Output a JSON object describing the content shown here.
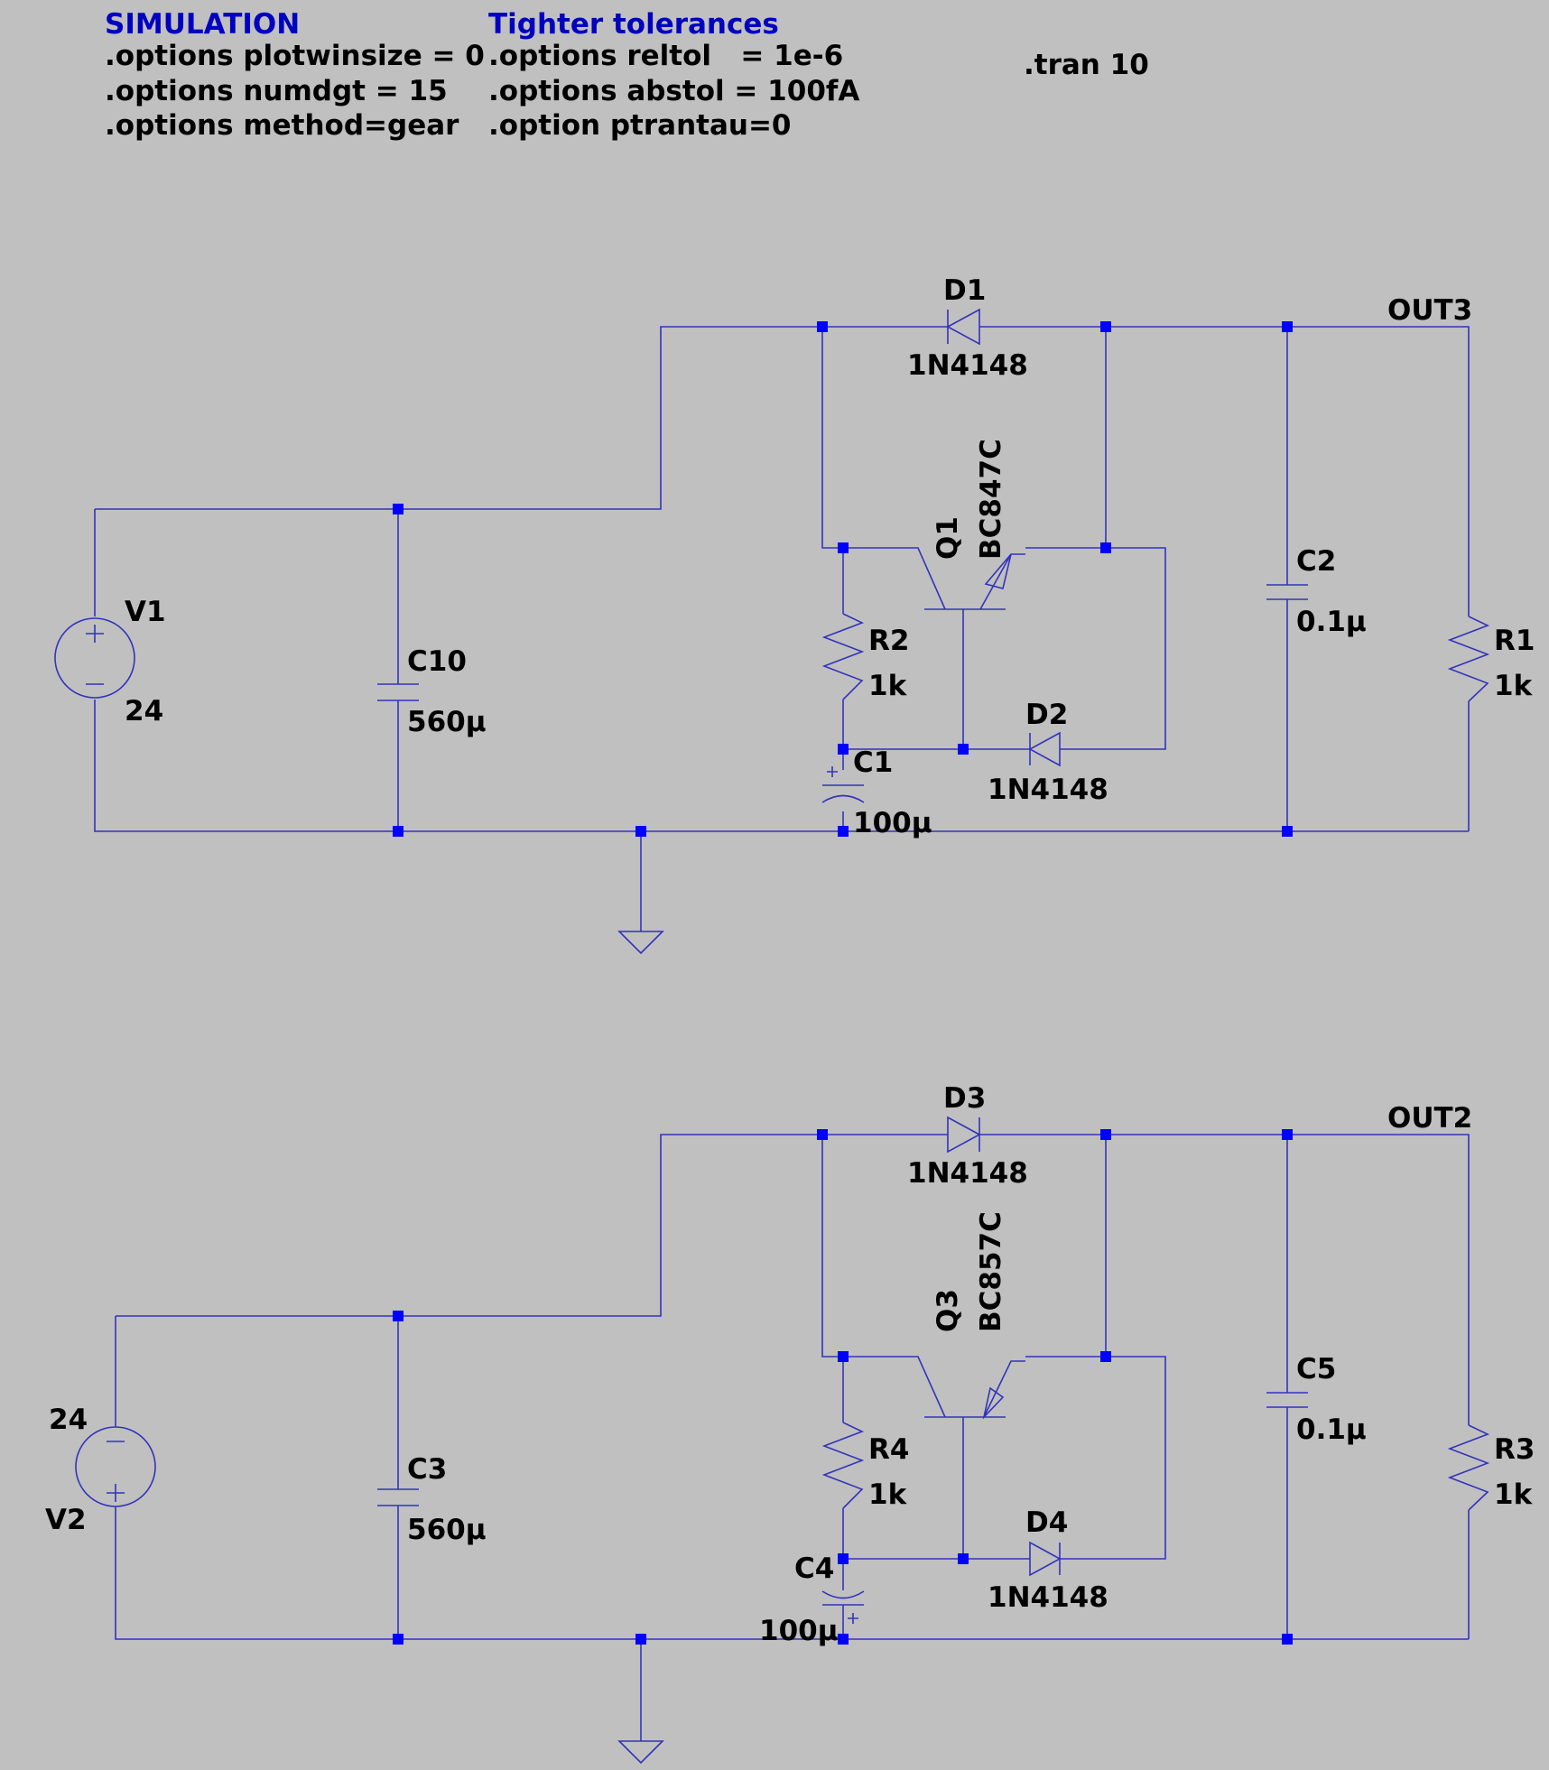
{
  "schematic": {
    "sim_header": "SIMULATION",
    "sim_lines": [
      ".options plotwinsize = 0",
      ".options numdgt = 15",
      ".options method=gear"
    ],
    "tol_header": "Tighter tolerances",
    "tol_lines": [
      ".options reltol   = 1e-6",
      ".options abstol = 100fA",
      ".option ptrantau=0"
    ],
    "tran": ".tran 10",
    "top": {
      "V": {
        "name": "V1",
        "value": "24"
      },
      "Cbulk": {
        "name": "C10",
        "value": "560µ"
      },
      "Dser": {
        "name": "D1",
        "model": "1N4148"
      },
      "Q": {
        "name": "Q1",
        "model": "BC847C"
      },
      "Rb": {
        "name": "R2",
        "value": "1k"
      },
      "Cb": {
        "name": "C1",
        "value": "100µ"
      },
      "Dfb": {
        "name": "D2",
        "model": "1N4148"
      },
      "Cout": {
        "name": "C2",
        "value": "0.1µ"
      },
      "Rload": {
        "name": "R1",
        "value": "1k"
      },
      "net": "OUT3"
    },
    "bottom": {
      "V": {
        "name": "V2",
        "value": "24"
      },
      "Cbulk": {
        "name": "C3",
        "value": "560µ"
      },
      "Dser": {
        "name": "D3",
        "model": "1N4148"
      },
      "Q": {
        "name": "Q3",
        "model": "BC857C"
      },
      "Rb": {
        "name": "R4",
        "value": "1k"
      },
      "Cb": {
        "name": "C4",
        "value": "100µ"
      },
      "Dfb": {
        "name": "D4",
        "model": "1N4148"
      },
      "Cout": {
        "name": "C5",
        "value": "0.1µ"
      },
      "Rload": {
        "name": "R3",
        "value": "1k"
      },
      "net": "OUT2"
    },
    "colors": {
      "background": "#c0c0c0",
      "wire": "#3333bb",
      "junction": "#0000ff",
      "comment": "#0000c0",
      "label": "#000000"
    }
  }
}
